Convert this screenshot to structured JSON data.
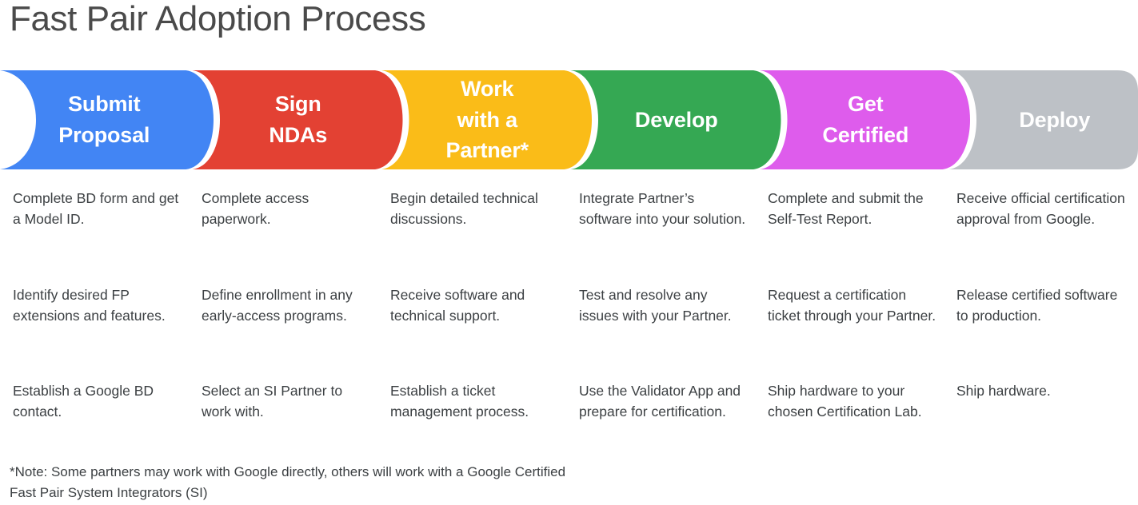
{
  "title": "Fast Pair Adoption Process",
  "colors": {
    "blue": "#4285F4",
    "red": "#E34133",
    "amber": "#FABC18",
    "green": "#35A853",
    "magenta": "#DE5CEC",
    "gray": "#BDC1C6",
    "text": "#3c4043",
    "title_text": "#4a4a4a",
    "background": "#FFFFFF"
  },
  "stages": [
    {
      "id": "submit-proposal",
      "label": "Submit\nProposal",
      "color": "#4285F4",
      "items": [
        "Complete BD form and get a Model ID.",
        "Identify desired FP extensions and features.",
        "Establish a Google BD contact."
      ]
    },
    {
      "id": "sign-ndas",
      "label": "Sign\nNDAs",
      "color": "#E34133",
      "items": [
        "Complete access paperwork.",
        "Define enrollment in any early-access programs.",
        "Select an SI Partner to work with."
      ]
    },
    {
      "id": "work-with-a-partner",
      "label": "Work\nwith a\nPartner*",
      "color": "#FABC18",
      "items": [
        "Begin detailed technical discussions.",
        "Receive software and technical support.",
        "Establish a ticket management process."
      ]
    },
    {
      "id": "develop",
      "label": "Develop",
      "color": "#35A853",
      "items": [
        "Integrate Partner’s software into your solution.",
        "Test and resolve any issues with your Partner.",
        "Use the Validator App and prepare for certification."
      ]
    },
    {
      "id": "get-certified",
      "label": "Get\nCertified",
      "color": "#DE5CEC",
      "items": [
        "Complete and submit the Self-Test Report.",
        "Request a certification ticket through your Partner.",
        "Ship hardware to your chosen Certification Lab."
      ]
    },
    {
      "id": "deploy",
      "label": "Deploy",
      "color": "#BDC1C6",
      "items": [
        "Receive official certification approval from Google.",
        "Release certified software to production.",
        "Ship hardware."
      ]
    }
  ],
  "footnote": "*Note: Some partners may work with Google directly, others will work with a Google Certified Fast Pair System Integrators (SI)"
}
